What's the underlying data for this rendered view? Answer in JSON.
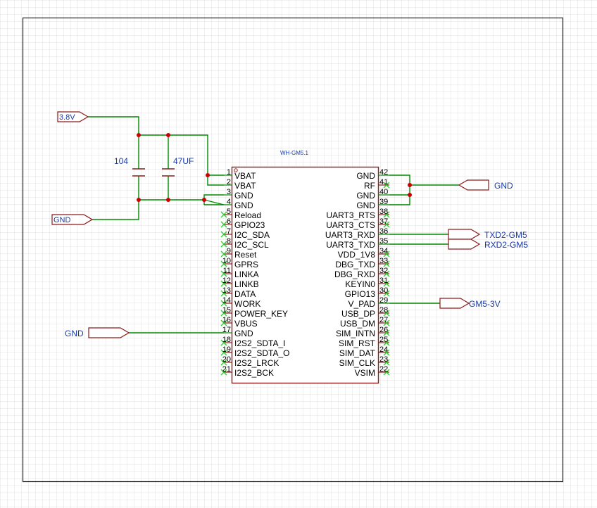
{
  "title": "",
  "component": {
    "ref": "WH-GM5.1",
    "left_pins": [
      {
        "num": "1",
        "name": "VBAT"
      },
      {
        "num": "2",
        "name": "VBAT"
      },
      {
        "num": "3",
        "name": "GND"
      },
      {
        "num": "4",
        "name": "GND"
      },
      {
        "num": "5",
        "name": "Reload"
      },
      {
        "num": "6",
        "name": "GPIO23"
      },
      {
        "num": "7",
        "name": "I2C_SDA"
      },
      {
        "num": "8",
        "name": "I2C_SCL"
      },
      {
        "num": "9",
        "name": "Reset"
      },
      {
        "num": "10",
        "name": "GPRS"
      },
      {
        "num": "11",
        "name": "LINKA"
      },
      {
        "num": "12",
        "name": "LINKB"
      },
      {
        "num": "13",
        "name": "DATA"
      },
      {
        "num": "14",
        "name": "WORK"
      },
      {
        "num": "15",
        "name": "POWER_KEY"
      },
      {
        "num": "16",
        "name": "VBUS"
      },
      {
        "num": "17",
        "name": "GND"
      },
      {
        "num": "18",
        "name": "I2S2_SDTA_I"
      },
      {
        "num": "19",
        "name": "I2S2_SDTA_O"
      },
      {
        "num": "20",
        "name": "I2S2_LRCK"
      },
      {
        "num": "21",
        "name": "I2S2_BCK"
      }
    ],
    "right_pins": [
      {
        "num": "42",
        "name": "GND"
      },
      {
        "num": "41",
        "name": "RF"
      },
      {
        "num": "40",
        "name": "GND"
      },
      {
        "num": "39",
        "name": "GND"
      },
      {
        "num": "38",
        "name": "UART3_RTS"
      },
      {
        "num": "37",
        "name": "UART3_CTS"
      },
      {
        "num": "36",
        "name": "UART3_RXD"
      },
      {
        "num": "35",
        "name": "UART3_TXD"
      },
      {
        "num": "34",
        "name": "VDD_1V8"
      },
      {
        "num": "33",
        "name": "DBG_TXD"
      },
      {
        "num": "32",
        "name": "DBG_RXD"
      },
      {
        "num": "31",
        "name": "KEYIN0"
      },
      {
        "num": "30",
        "name": "GPIO13"
      },
      {
        "num": "29",
        "name": "V_PAD"
      },
      {
        "num": "28",
        "name": "USB_DP"
      },
      {
        "num": "27",
        "name": "USB_DM"
      },
      {
        "num": "26",
        "name": "SIM_INTN"
      },
      {
        "num": "25",
        "name": "SIM_RST"
      },
      {
        "num": "24",
        "name": "SIM_DAT"
      },
      {
        "num": "23",
        "name": "SIM_CLK"
      },
      {
        "num": "22",
        "name": "VSIM"
      }
    ],
    "left_connected": [
      "1",
      "2",
      "3",
      "4",
      "17"
    ],
    "right_connected": [
      "42",
      "40",
      "39",
      "36",
      "35",
      "29"
    ]
  },
  "capacitors": [
    {
      "label": "104"
    },
    {
      "label": "47UF"
    }
  ],
  "net_ports": {
    "v38": "3.8V",
    "gnd_left": "GND",
    "gnd_mid": "GND",
    "gnd_right": "GND",
    "txd2": "TXD2-GM5",
    "rxd2": "RXD2-GM5",
    "gm5_3v": "GM5-3V"
  },
  "colors": {
    "wire": "#008800",
    "body": "#8b1a1a",
    "pin_text": "#000000",
    "net_text": "#1a3aa6",
    "no_connect": "#33cc33",
    "junction": "#cc0000"
  }
}
